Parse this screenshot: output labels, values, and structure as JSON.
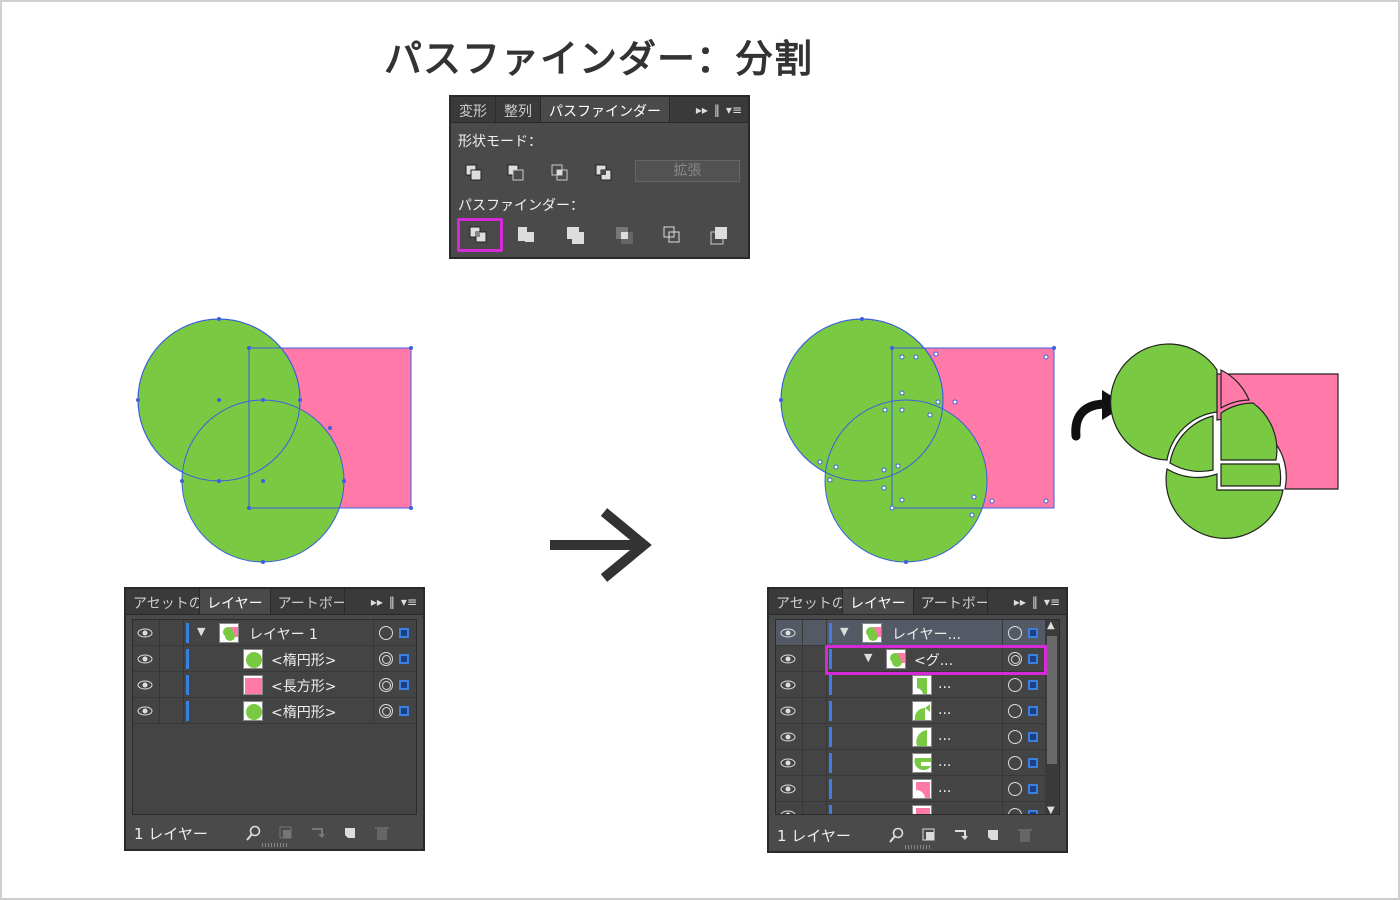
{
  "title": "パスファインダー：分割",
  "pathfinder_panel": {
    "tabs": [
      "変形",
      "整列",
      "パスファインダー"
    ],
    "active_tab": 2,
    "shape_modes_label": "形状モード：",
    "expand_label": "拡張",
    "pathfinders_label": "パスファインダー：",
    "selected_button": "divide-button"
  },
  "colors": {
    "green": "#79c943",
    "pink": "#ff7aa8",
    "path_blue": "#3b5fe0",
    "highlight": "#d62ad6",
    "panel": "#4a4a4a"
  },
  "layers_before": {
    "tabs": [
      "アセットの",
      "レイヤー",
      "アートボー"
    ],
    "active_tab": 1,
    "rows": [
      {
        "label": "レイヤー 1",
        "kind": "layer",
        "thumb": "mixed"
      },
      {
        "label": "<楕円形>",
        "kind": "item",
        "thumb": "green-circle"
      },
      {
        "label": "<長方形>",
        "kind": "item",
        "thumb": "pink-rect"
      },
      {
        "label": "<楕円形>",
        "kind": "item",
        "thumb": "green-circle"
      }
    ],
    "footer": "1 レイヤー"
  },
  "layers_after": {
    "tabs": [
      "アセットの",
      "レイヤー",
      "アートボー"
    ],
    "active_tab": 1,
    "rows": [
      {
        "label": "レイヤー...",
        "kind": "layer",
        "thumb": "mixed"
      },
      {
        "label": "<グ...",
        "kind": "group",
        "thumb": "mixed"
      },
      {
        "label": "...",
        "kind": "item",
        "thumb": "green-piece"
      },
      {
        "label": "...",
        "kind": "item",
        "thumb": "green-piece"
      },
      {
        "label": "...",
        "kind": "item",
        "thumb": "green-piece"
      },
      {
        "label": "...",
        "kind": "item",
        "thumb": "green-piece"
      },
      {
        "label": "...",
        "kind": "item",
        "thumb": "pink-piece"
      }
    ],
    "footer": "1 レイヤー"
  },
  "arrow_glyph": "→"
}
